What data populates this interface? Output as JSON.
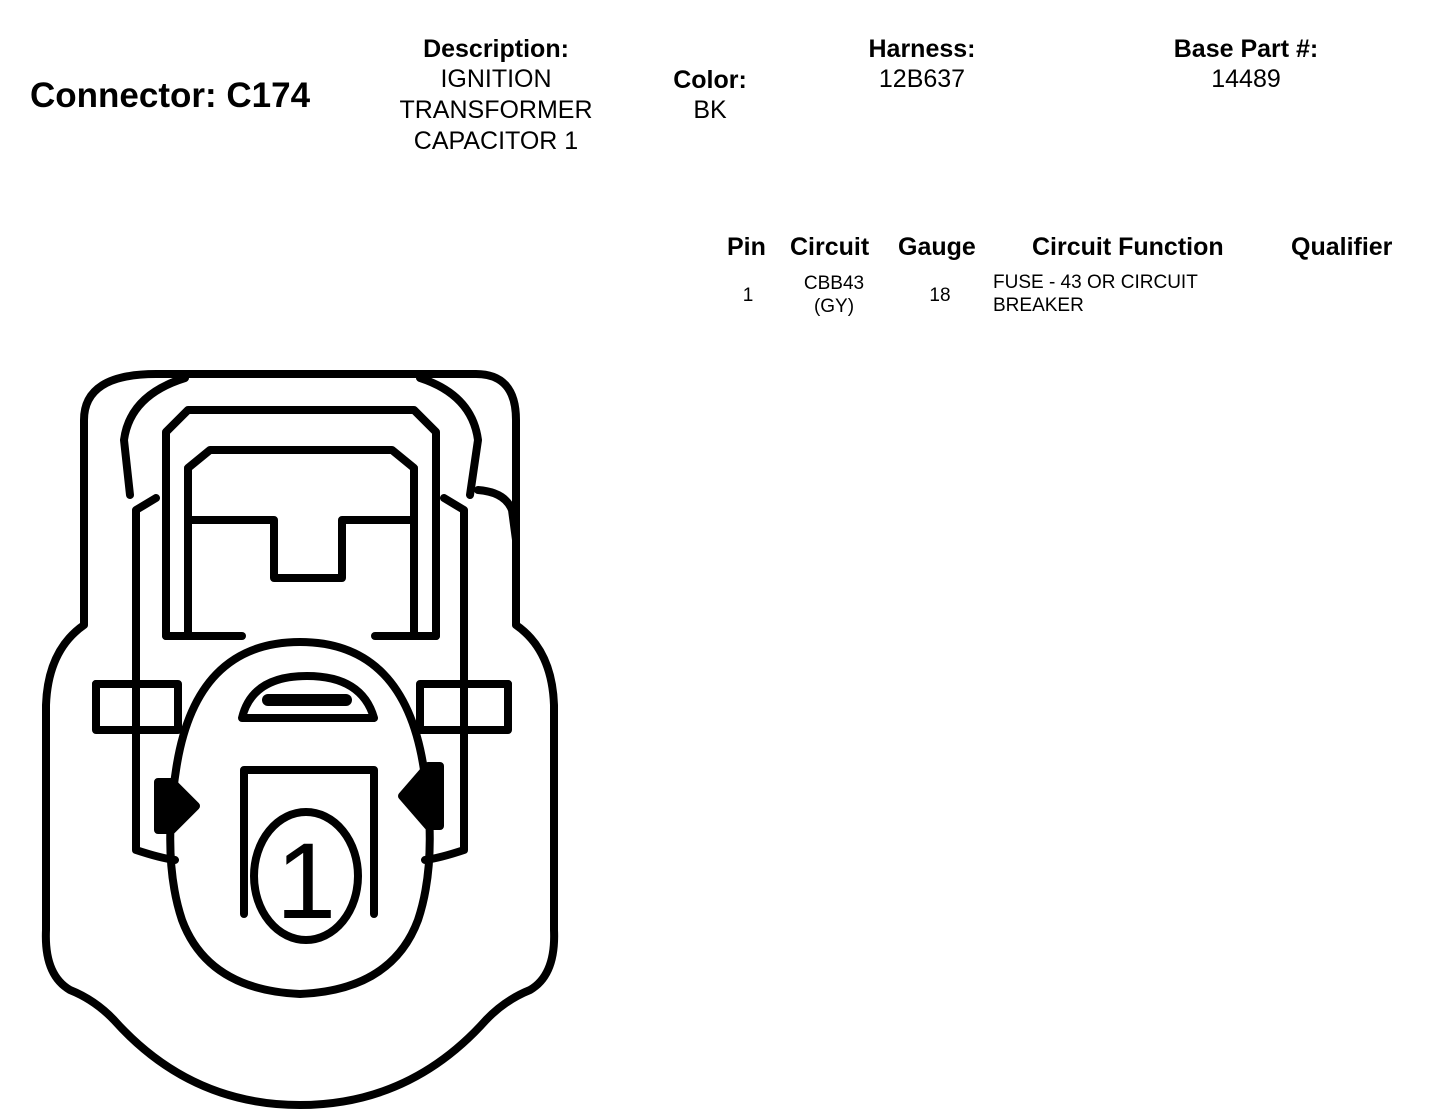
{
  "connector": {
    "title": "Connector: C174"
  },
  "description": {
    "label": "Description:",
    "lines": [
      "IGNITION",
      "TRANSFORMER",
      "CAPACITOR 1"
    ]
  },
  "color": {
    "label": "Color:",
    "value": "BK"
  },
  "harness": {
    "label": "Harness:",
    "value": "12B637"
  },
  "base_part": {
    "label": "Base Part #:",
    "value": "14489"
  },
  "table": {
    "headers": {
      "pin": "Pin",
      "circuit": "Circuit",
      "gauge": "Gauge",
      "function": "Circuit Function",
      "qualifier": "Qualifier"
    },
    "rows": [
      {
        "pin": "1",
        "circuit_lines": [
          "CBB43",
          "(GY)"
        ],
        "gauge": "18",
        "function_lines": [
          "FUSE - 43 OR CIRCUIT",
          "BREAKER"
        ],
        "qualifier": ""
      }
    ]
  },
  "diagram": {
    "pin_labels": [
      "1"
    ]
  }
}
